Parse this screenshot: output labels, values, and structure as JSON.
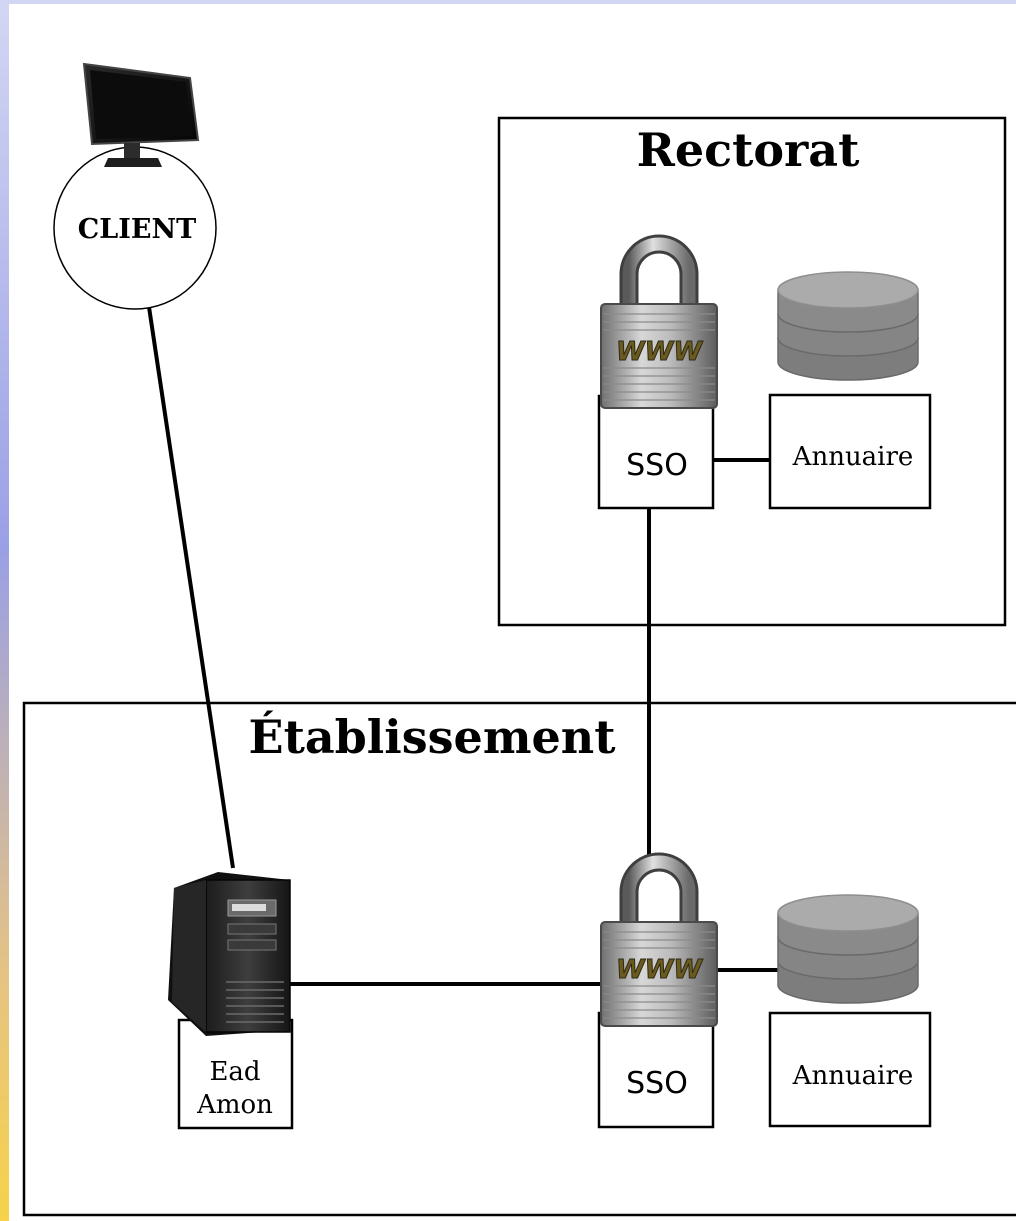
{
  "colors": {
    "background": "#ffffff",
    "left_edge_gradient": [
      "#c9cdf0",
      "#9aa0e6",
      "#e9c27a",
      "#f7d24a"
    ],
    "disk_gray": "#8c8c8c",
    "disk_top": "#a9a9a9"
  },
  "client": {
    "label": "CLIENT",
    "icon": "monitor-icon"
  },
  "rectorat": {
    "title": "Rectorat",
    "sso": {
      "label": "SSO",
      "icon": "padlock-www-icon",
      "icon_text": "WWW"
    },
    "annuaire": {
      "label": "Annuaire",
      "icon": "database-icon"
    }
  },
  "etablissement": {
    "title": "Établissement",
    "server": {
      "label_line1": "Ead",
      "label_line2": "Amon",
      "icon": "server-tower-icon"
    },
    "sso": {
      "label": "SSO",
      "icon": "padlock-www-icon",
      "icon_text": "WWW"
    },
    "annuaire": {
      "label": "Annuaire",
      "icon": "database-icon"
    }
  }
}
